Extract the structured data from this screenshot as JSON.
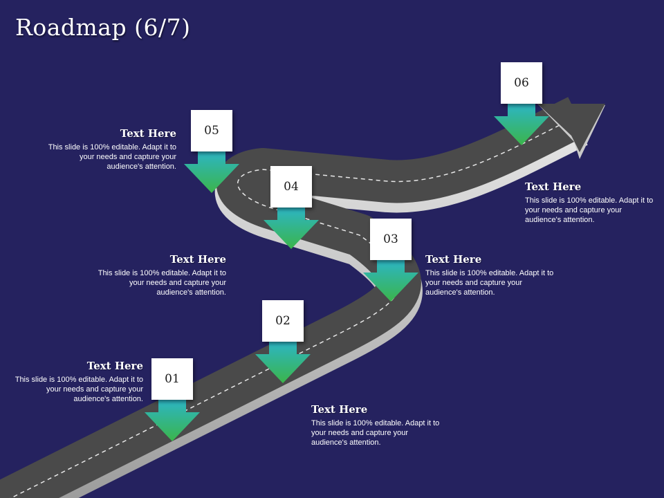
{
  "title": "Roadmap (6/7)",
  "colors": {
    "background": "#25225f",
    "road": "#4a4a4a",
    "road_edge": "#d9d9d9",
    "arrow_top": "#2cb5c9",
    "arrow_bottom": "#3bb54a"
  },
  "steps": [
    {
      "number": "01",
      "heading": "Text Here",
      "body": "This slide is 100% editable. Adapt it to your needs and capture your audience's attention."
    },
    {
      "number": "02",
      "heading": "Text Here",
      "body": "This slide is 100% editable. Adapt it to your needs and capture your audience's attention."
    },
    {
      "number": "03",
      "heading": "Text Here",
      "body": "This slide is 100% editable. Adapt it to your needs and capture your audience's attention."
    },
    {
      "number": "04",
      "heading": "Text Here",
      "body": "This slide is 100% editable. Adapt it to your needs and capture your audience's attention."
    },
    {
      "number": "05",
      "heading": "Text Here",
      "body": "This slide is 100% editable. Adapt it to your needs and capture your audience's attention."
    },
    {
      "number": "06",
      "heading": "Text Here",
      "body": "This slide is 100% editable. Adapt it to your needs and capture your audience's attention."
    }
  ]
}
